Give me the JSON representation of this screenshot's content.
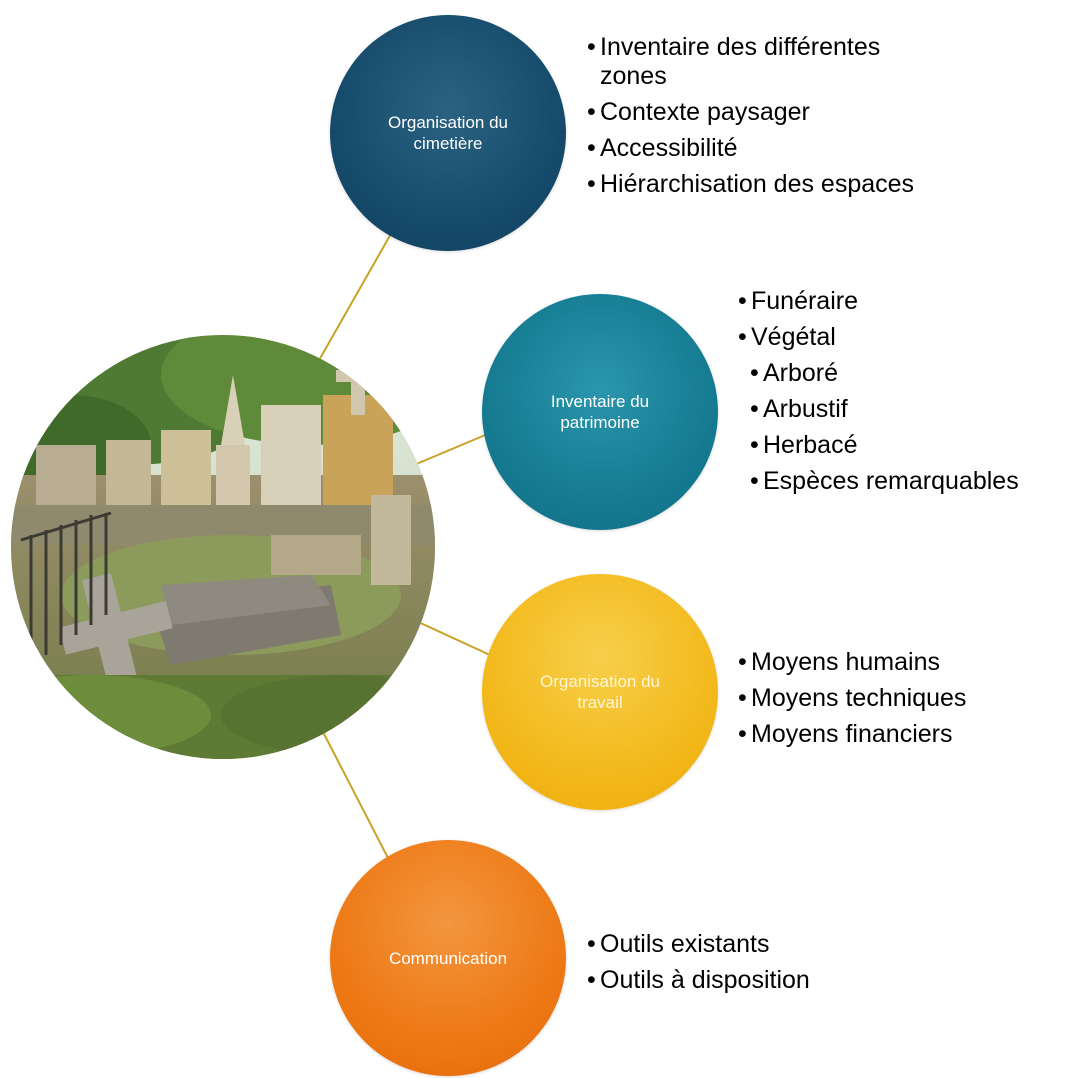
{
  "photo": {
    "icon": "cemetery-photo"
  },
  "colors": {
    "connector": "#c9a227",
    "node1": "#184d6d",
    "node2": "#177e94",
    "node3": "#f3bb1f",
    "node4": "#ee7b18"
  },
  "nodes": [
    {
      "label": "Organisation du cimetière",
      "items": [
        {
          "text": "Inventaire des différentes zones",
          "level": 1
        },
        {
          "text": "Contexte paysager",
          "level": 1
        },
        {
          "text": "Accessibilité",
          "level": 1
        },
        {
          "text": "Hiérarchisation des espaces",
          "level": 1
        }
      ]
    },
    {
      "label": "Inventaire du patrimoine",
      "items": [
        {
          "text": "Funéraire",
          "level": 1
        },
        {
          "text": "Végétal",
          "level": 1
        },
        {
          "text": "Arboré",
          "level": 2
        },
        {
          "text": "Arbustif",
          "level": 2
        },
        {
          "text": "Herbacé",
          "level": 2
        },
        {
          "text": "Espèces remarquables",
          "level": 2
        }
      ]
    },
    {
      "label": "Organisation du travail",
      "items": [
        {
          "text": "Moyens humains",
          "level": 1
        },
        {
          "text": "Moyens techniques",
          "level": 1
        },
        {
          "text": "Moyens financiers",
          "level": 1
        }
      ]
    },
    {
      "label": "Communication",
      "items": [
        {
          "text": "Outils existants",
          "level": 1
        },
        {
          "text": "Outils à disposition",
          "level": 1
        }
      ]
    }
  ]
}
